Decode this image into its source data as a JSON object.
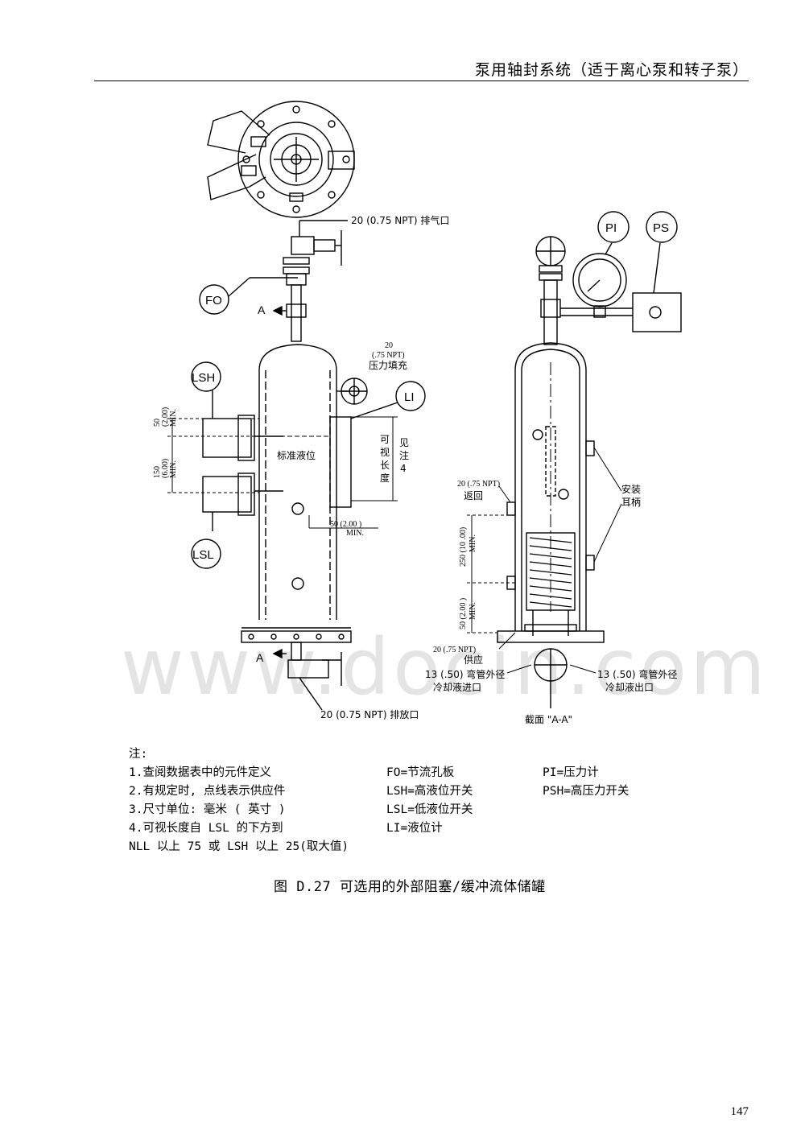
{
  "header": {
    "title": "泵用轴封系统（适于离心泵和转子泵）"
  },
  "figure": {
    "watermark": "www.docin.com",
    "labels": {
      "vent": "20 (0.75 NPT) 排气口",
      "fo": "FO",
      "section_a_top": "A",
      "section_a_bottom": "A",
      "fill_size": "20",
      "fill_npt": "(.75 NPT)",
      "fill_text": "压力填充",
      "lsh": "LSH",
      "lsl": "LSL",
      "li": "LI",
      "dim50_a": "50",
      "dim50_b": "(2.00)",
      "dim50_c": "MIN.",
      "dim150_a": "150",
      "dim150_b": "(6.00)",
      "dim150_c": "MIN.",
      "nll": "标准液位",
      "visible_length": [
        "可",
        "视",
        "长",
        "度"
      ],
      "see_note": [
        "见",
        "注",
        "4"
      ],
      "dim50_min_a": "50 (2.00 )",
      "dim50_min_b": "MIN.",
      "drain": "20 (0.75  NPT) 排放口",
      "pi": "PI",
      "ps": "PS",
      "return_npt": "20 (.75  NPT)",
      "return_text": "返回",
      "ears": [
        "安装",
        "耳柄"
      ],
      "dim250_a": "250 (10 .00)",
      "dim250_b": "MIN.",
      "dim50r_a": "50 (2.00 )",
      "dim50r_b": "MIN.",
      "supply_npt": "20 (.75  NPT)",
      "supply_text": "供应",
      "coil_in_a": "13 (.50) 弯管外径",
      "coil_in_b": "冷却液进口",
      "coil_out_a": "13 (.50) 弯管外径",
      "coil_out_b": "冷却液出口",
      "section_view": "截面 \"A-A\""
    }
  },
  "notes": {
    "heading": "注:",
    "rows": [
      [
        "1.查阅数据表中的元件定义",
        "FO=节流孔板",
        "PI=压力计"
      ],
      [
        "2.有规定时, 点线表示供应件",
        "LSH=高液位开关",
        "PSH=高压力开关"
      ],
      [
        "3.尺寸单位: 毫米 ( 英寸 )",
        "LSL=低液位开关",
        ""
      ],
      [
        "4.可视长度自 LSL 的下方到",
        "LI=液位计",
        ""
      ],
      [
        "NLL 以上 75 或 LSH 以上 25(取大值)",
        "",
        ""
      ]
    ]
  },
  "caption": "图 D.27 可选用的外部阻塞/缓冲流体储罐",
  "page_number": "147"
}
